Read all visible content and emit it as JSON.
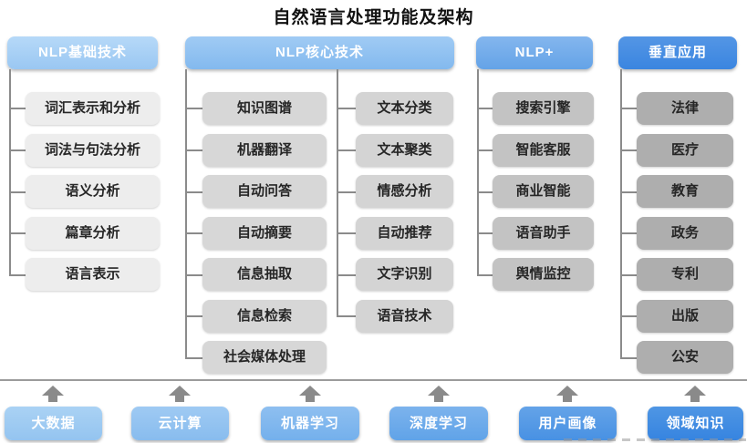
{
  "title": "自然语言处理功能及架构",
  "columns": [
    {
      "header": "NLP基础技术",
      "items": [
        "词汇表示和分析",
        "词法与句法分析",
        "语义分析",
        "篇章分析",
        "语言表示"
      ]
    },
    {
      "header": "NLP核心技术",
      "items_left": [
        "知识图谱",
        "机器翻译",
        "自动问答",
        "自动摘要",
        "信息抽取",
        "信息检索",
        "社会媒体处理"
      ],
      "items_right": [
        "文本分类",
        "文本聚类",
        "情感分析",
        "自动推荐",
        "文字识别",
        "语音技术"
      ]
    },
    {
      "header": "NLP+",
      "items": [
        "搜索引擎",
        "智能客服",
        "商业智能",
        "语音助手",
        "舆情监控"
      ]
    },
    {
      "header": "垂直应用",
      "items": [
        "法律",
        "医疗",
        "教育",
        "政务",
        "专利",
        "出版",
        "公安"
      ]
    }
  ],
  "foundation": [
    "大数据",
    "云计算",
    "机器学习",
    "深度学习",
    "用户画像",
    "领域知识"
  ],
  "colors": {
    "header_blues": [
      "#9ac7f2",
      "#83b9ee",
      "#64a3e7",
      "#3a85e0"
    ],
    "node_grays": [
      "#ededed",
      "#d7d7d7",
      "#d4d4d4",
      "#c3c3c3",
      "#aeaeae"
    ],
    "foundation_blues": [
      "#94c4f0",
      "#88bcee",
      "#74b0ec",
      "#60a3e8",
      "#4891e3",
      "#3684e0"
    ],
    "connector_gray": "#8b8b8b",
    "arrow_gray": "#8a8a8a",
    "separator_gray": "#9b9b9b",
    "header_text": "#ffffff",
    "node_text": "#262626",
    "title_text": "#111111"
  }
}
